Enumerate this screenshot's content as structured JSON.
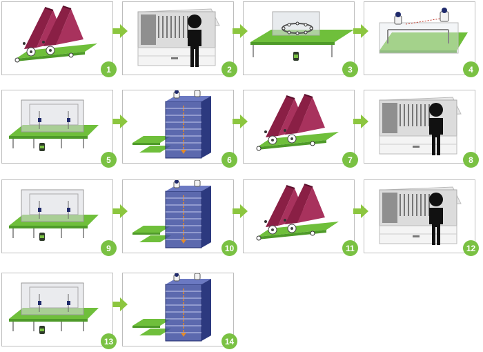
{
  "colors": {
    "step_badge": "#7ac143",
    "arrow": "#8cc63f",
    "conveyor_green": "#6fbf3b",
    "screen_maroon": "#8a1f45",
    "stack_blue": "#3f4fa0",
    "person": "#111111",
    "panel_border": "#bdbdbd"
  },
  "steps": [
    {
      "number": "1",
      "scene": "screen-printer"
    },
    {
      "number": "2",
      "scene": "drying-cabinet"
    },
    {
      "number": "3",
      "scene": "camera-inspection"
    },
    {
      "number": "4",
      "scene": "dispensing-robot"
    },
    {
      "number": "5",
      "scene": "enclosed-conveyor"
    },
    {
      "number": "6",
      "scene": "stacking-tower"
    },
    {
      "number": "7",
      "scene": "screen-printer"
    },
    {
      "number": "8",
      "scene": "drying-cabinet"
    },
    {
      "number": "9",
      "scene": "enclosed-conveyor"
    },
    {
      "number": "10",
      "scene": "stacking-tower"
    },
    {
      "number": "11",
      "scene": "screen-printer"
    },
    {
      "number": "12",
      "scene": "drying-cabinet"
    },
    {
      "number": "13",
      "scene": "enclosed-conveyor"
    },
    {
      "number": "14",
      "scene": "stacking-tower"
    }
  ]
}
